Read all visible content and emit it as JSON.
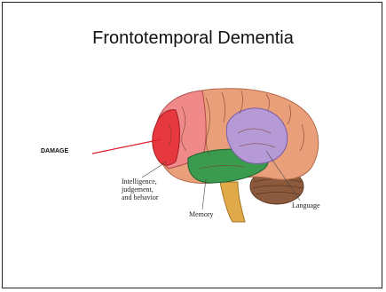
{
  "slide": {
    "title": "Frontotemporal Dementia",
    "callout_label": "DAMAGE"
  },
  "diagram": {
    "labels": {
      "intelligence": [
        "Intelligence,",
        "judgement,",
        "and behavior"
      ],
      "memory": "Memory",
      "language": "Language"
    },
    "colors": {
      "frontal_damage": "#e8383f",
      "frontal": "#f08a8a",
      "parietal": "#e9a07a",
      "temporal": "#3a9a4e",
      "language_area": "#b69ad6",
      "cerebellum": "#8b5a3c",
      "brainstem": "#e0a94a",
      "callout_line": "#e0202a"
    }
  }
}
